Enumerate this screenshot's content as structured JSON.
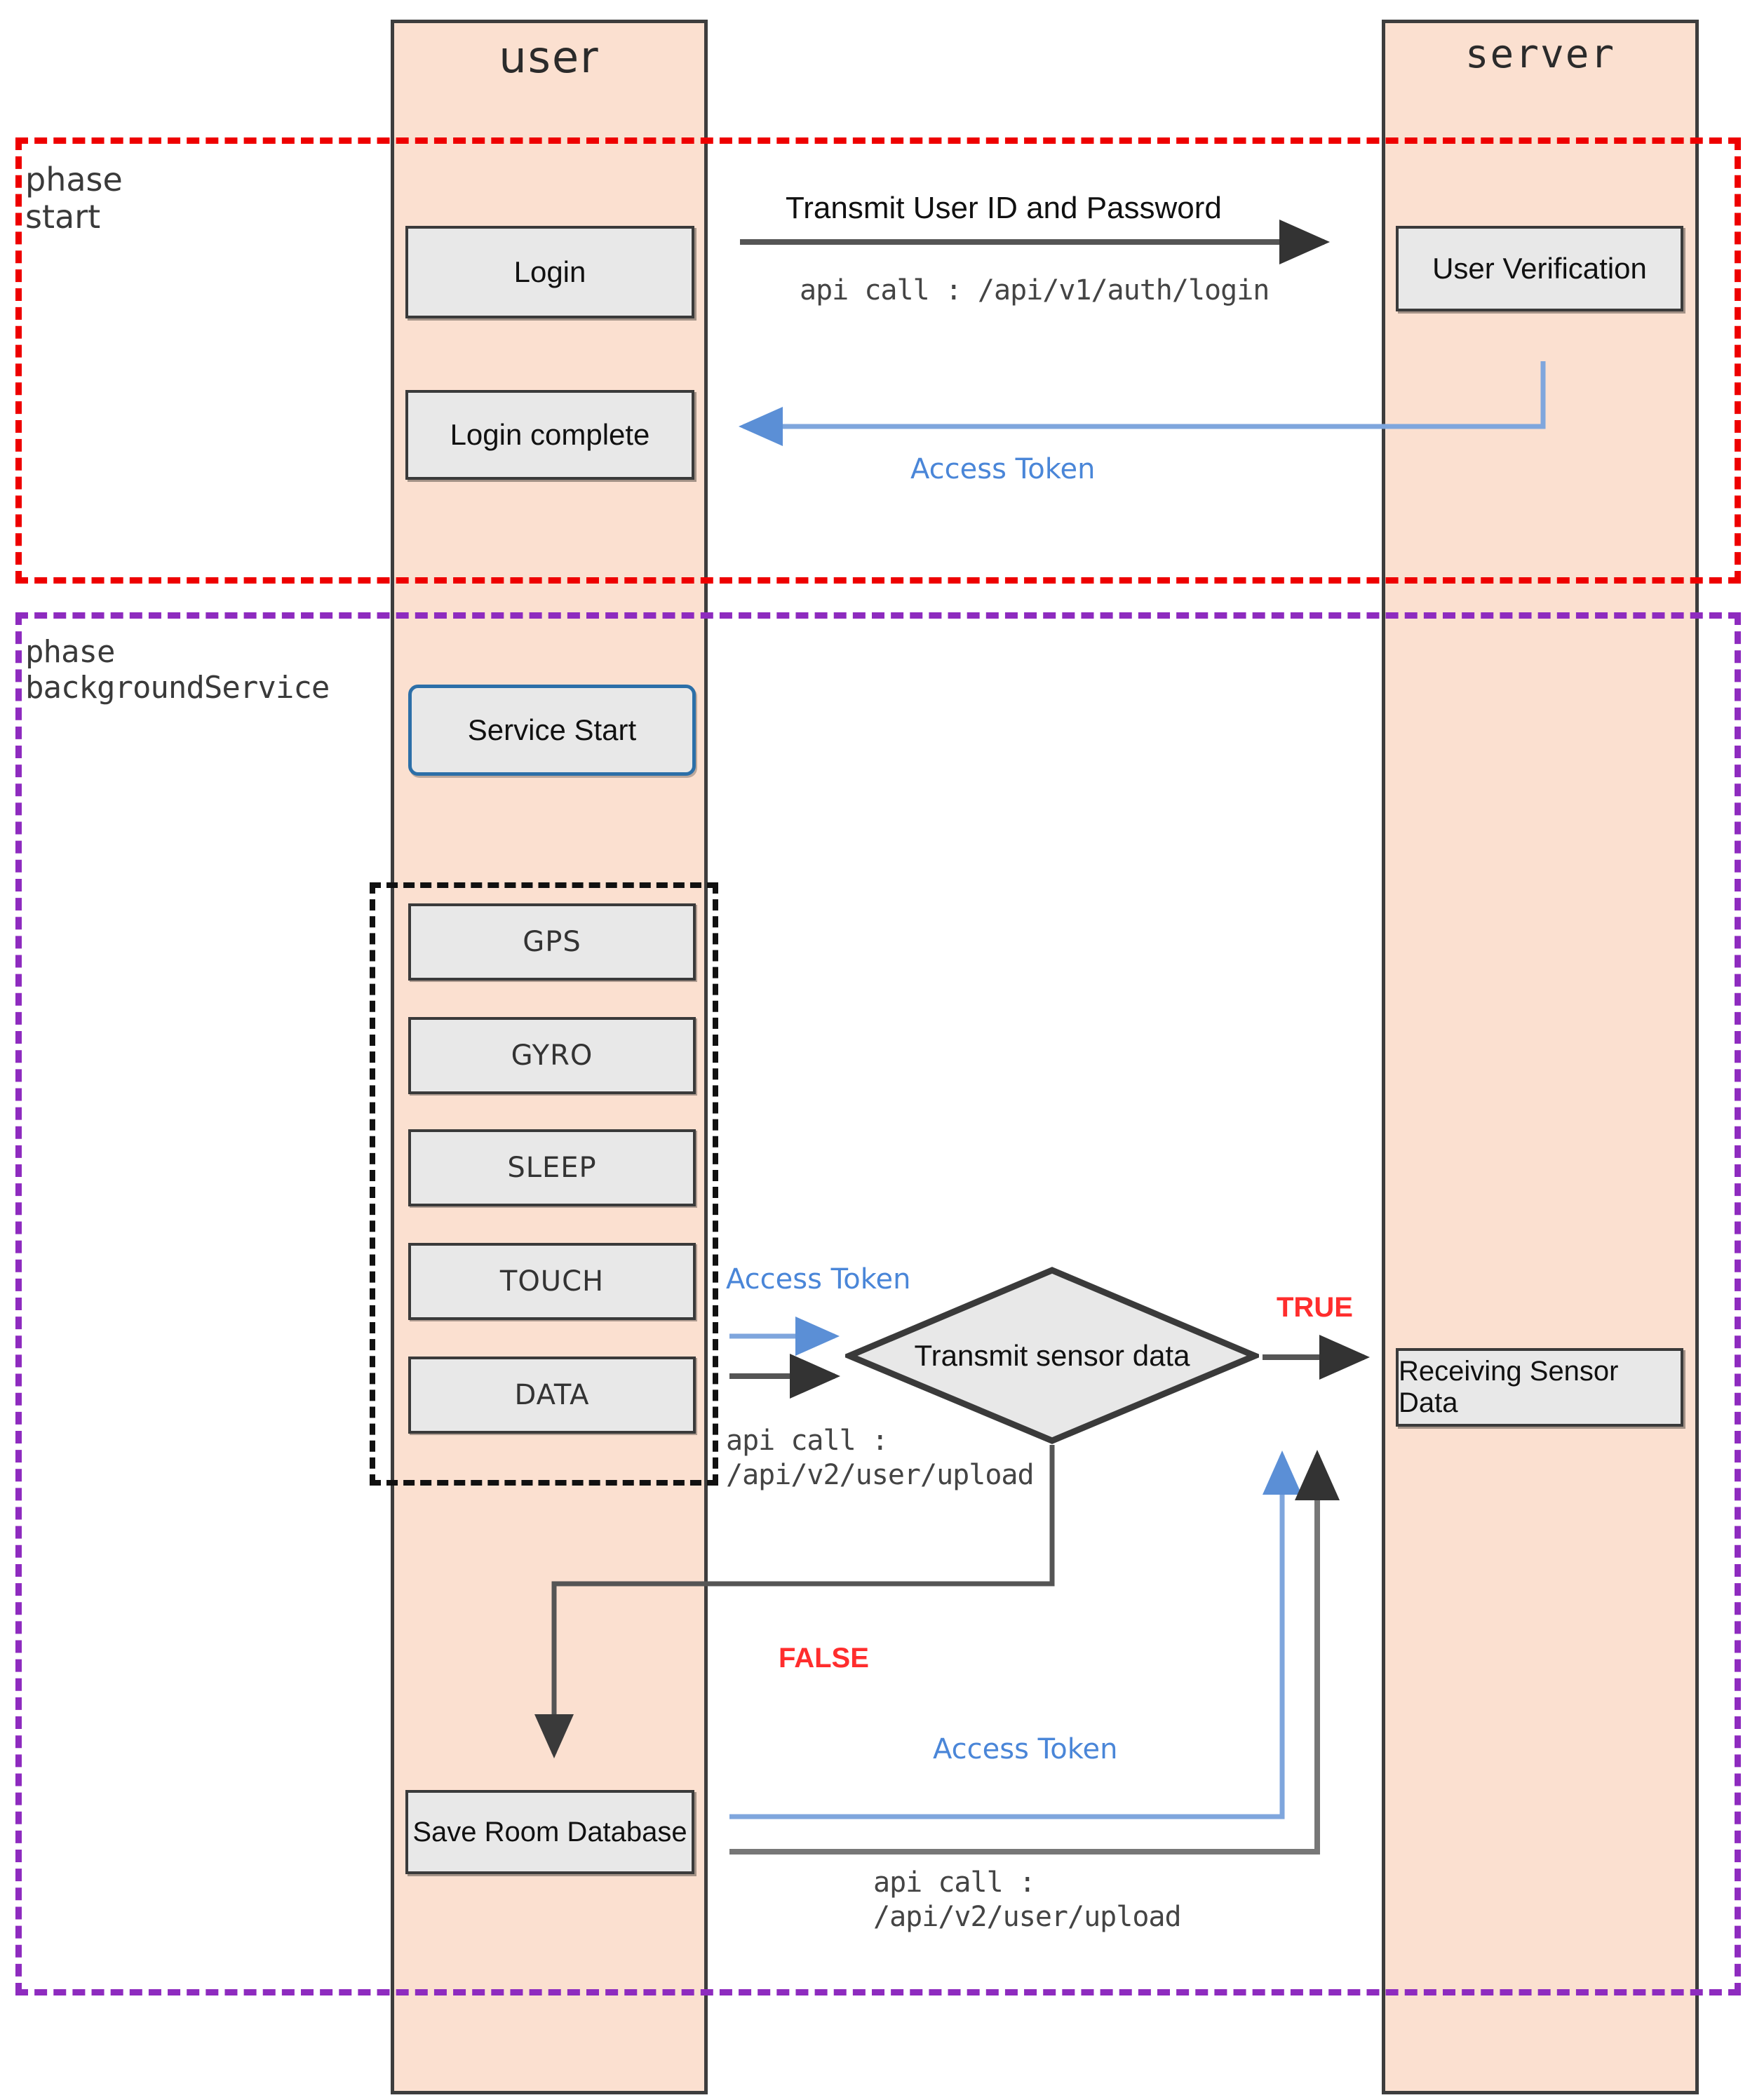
{
  "diagram": {
    "type": "sequence-flow",
    "lanes": [
      {
        "id": "user",
        "title": "user"
      },
      {
        "id": "server",
        "title": "server"
      }
    ],
    "phases": [
      {
        "id": "start",
        "label": "phase\nstart",
        "color": "#ee0000"
      },
      {
        "id": "backgroundService",
        "label": "phase\nbackgroundService",
        "color": "#8e2bbf"
      }
    ],
    "nodes": {
      "login": "Login",
      "login_complete": "Login complete",
      "user_verification": "User Verification",
      "service_start": "Service Start",
      "sensors": [
        "GPS",
        "GYRO",
        "SLEEP",
        "TOUCH",
        "DATA"
      ],
      "decision": "Transmit sensor data",
      "receiving": "Receiving Sensor Data",
      "save_room_db": "Save Room Database"
    },
    "messages": {
      "transmit_credentials": "Transmit User ID and Password",
      "login_api": "api call : /api/v1/auth/login",
      "access_token_login": "Access Token",
      "access_token_sensor": "Access Token",
      "access_token_retry": "Access Token",
      "upload_api_top": "api call :\n/api/v2/user/upload",
      "upload_api_bottom": "api call :\n/api/v2/user/upload",
      "true_flag": "TRUE",
      "false_flag": "FALSE"
    },
    "colors": {
      "lane_fill": "#fbe0d0",
      "lane_border": "#3d3d3d",
      "node_fill": "#e8e8e8",
      "phase_start": "#ee0000",
      "phase_background": "#8e2bbf",
      "token_blue": "#4a86d8",
      "flag_red": "#ff2d2d",
      "service_start_border": "#2c6fa8"
    }
  }
}
